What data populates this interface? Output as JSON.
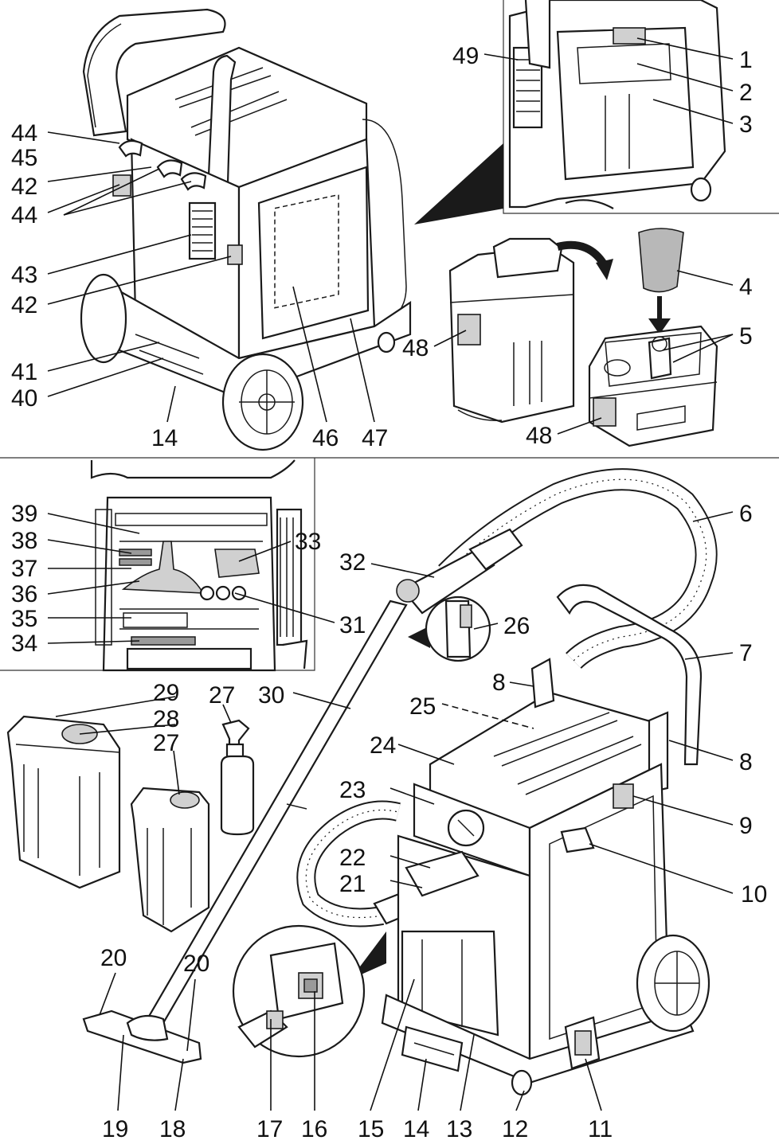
{
  "labels": [
    {
      "key": "l1",
      "text": "1"
    },
    {
      "key": "l2",
      "text": "2"
    },
    {
      "key": "l3",
      "text": "3"
    },
    {
      "key": "l4",
      "text": "4"
    },
    {
      "key": "l5",
      "text": "5"
    },
    {
      "key": "l6",
      "text": "6"
    },
    {
      "key": "l7",
      "text": "7"
    },
    {
      "key": "l8a",
      "text": "8"
    },
    {
      "key": "l8b",
      "text": "8"
    },
    {
      "key": "l9",
      "text": "9"
    },
    {
      "key": "l10",
      "text": "10"
    },
    {
      "key": "l11",
      "text": "11"
    },
    {
      "key": "l12",
      "text": "12"
    },
    {
      "key": "l13",
      "text": "13"
    },
    {
      "key": "l14a",
      "text": "14"
    },
    {
      "key": "l14b",
      "text": "14"
    },
    {
      "key": "l15",
      "text": "15"
    },
    {
      "key": "l16",
      "text": "16"
    },
    {
      "key": "l17",
      "text": "17"
    },
    {
      "key": "l18",
      "text": "18"
    },
    {
      "key": "l19",
      "text": "19"
    },
    {
      "key": "l20a",
      "text": "20"
    },
    {
      "key": "l20b",
      "text": "20"
    },
    {
      "key": "l21",
      "text": "21"
    },
    {
      "key": "l22",
      "text": "22"
    },
    {
      "key": "l23",
      "text": "23"
    },
    {
      "key": "l24",
      "text": "24"
    },
    {
      "key": "l25",
      "text": "25"
    },
    {
      "key": "l26",
      "text": "26"
    },
    {
      "key": "l27a",
      "text": "27"
    },
    {
      "key": "l27b",
      "text": "27"
    },
    {
      "key": "l28",
      "text": "28"
    },
    {
      "key": "l29",
      "text": "29"
    },
    {
      "key": "l30",
      "text": "30"
    },
    {
      "key": "l31",
      "text": "31"
    },
    {
      "key": "l32",
      "text": "32"
    },
    {
      "key": "l33",
      "text": "33"
    },
    {
      "key": "l34",
      "text": "34"
    },
    {
      "key": "l35",
      "text": "35"
    },
    {
      "key": "l36",
      "text": "36"
    },
    {
      "key": "l37",
      "text": "37"
    },
    {
      "key": "l38",
      "text": "38"
    },
    {
      "key": "l39",
      "text": "39"
    },
    {
      "key": "l40",
      "text": "40"
    },
    {
      "key": "l41",
      "text": "41"
    },
    {
      "key": "l42a",
      "text": "42"
    },
    {
      "key": "l42b",
      "text": "42"
    },
    {
      "key": "l43",
      "text": "43"
    },
    {
      "key": "l44a",
      "text": "44"
    },
    {
      "key": "l44b",
      "text": "44"
    },
    {
      "key": "l45",
      "text": "45"
    },
    {
      "key": "l46",
      "text": "46"
    },
    {
      "key": "l47",
      "text": "47"
    },
    {
      "key": "l48a",
      "text": "48"
    },
    {
      "key": "l48b",
      "text": "48"
    },
    {
      "key": "l49",
      "text": "49"
    }
  ]
}
